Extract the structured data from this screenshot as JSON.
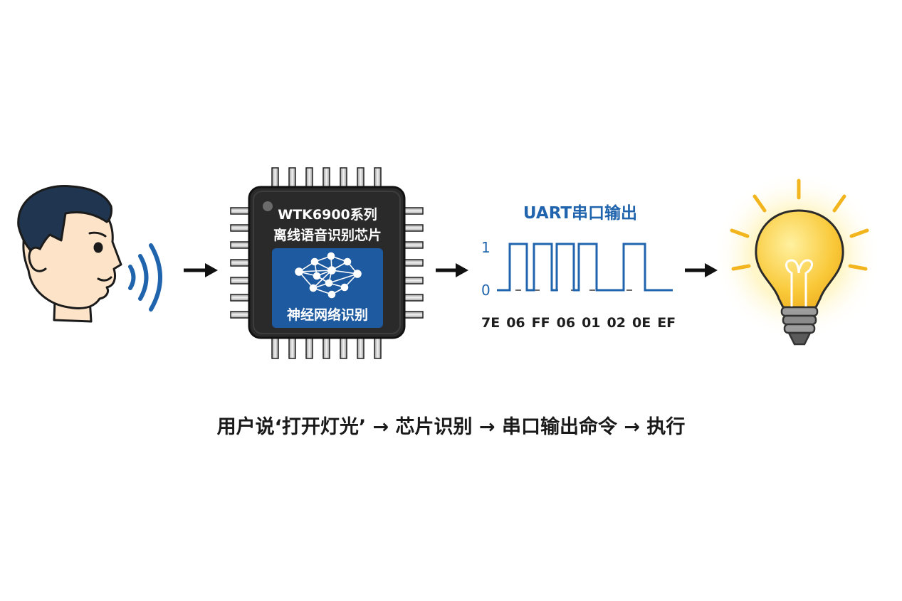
{
  "chip": {
    "model": "WTK6900系列",
    "description": "离线语音识别芯片",
    "badge": "神经网络识别"
  },
  "uart": {
    "title": "UART串口输出",
    "level_high": "1",
    "level_low": "0",
    "bytes": [
      "7E",
      "06",
      "FF",
      "06",
      "01",
      "02",
      "0E",
      "EF"
    ]
  },
  "caption": "用户说‘打开灯光’ → 芯片识别 → 串口输出命令 → 执行",
  "colors": {
    "accent_blue": "#1f64ad",
    "chip_body": "#2a2a2a",
    "chip_panel": "#1e5a9f",
    "face_skin": "#fde3c8",
    "hair": "#1f3550",
    "bulb": "#f9c93a",
    "glow": "#fff2b0"
  },
  "icons": [
    "speaking-person-icon",
    "sound-wave-icon",
    "chip-icon",
    "neural-network-icon",
    "arrow-right-icon",
    "light-bulb-icon"
  ]
}
